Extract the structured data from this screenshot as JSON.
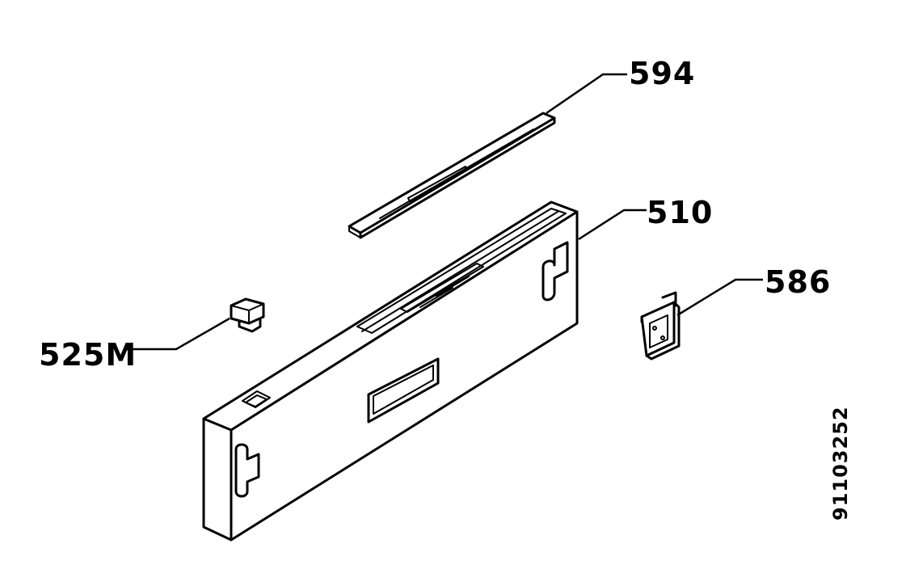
{
  "diagram": {
    "labels": {
      "part_594": "594",
      "part_510": "510",
      "part_586": "586",
      "part_525m": "525M"
    },
    "document_number": "91103252"
  }
}
